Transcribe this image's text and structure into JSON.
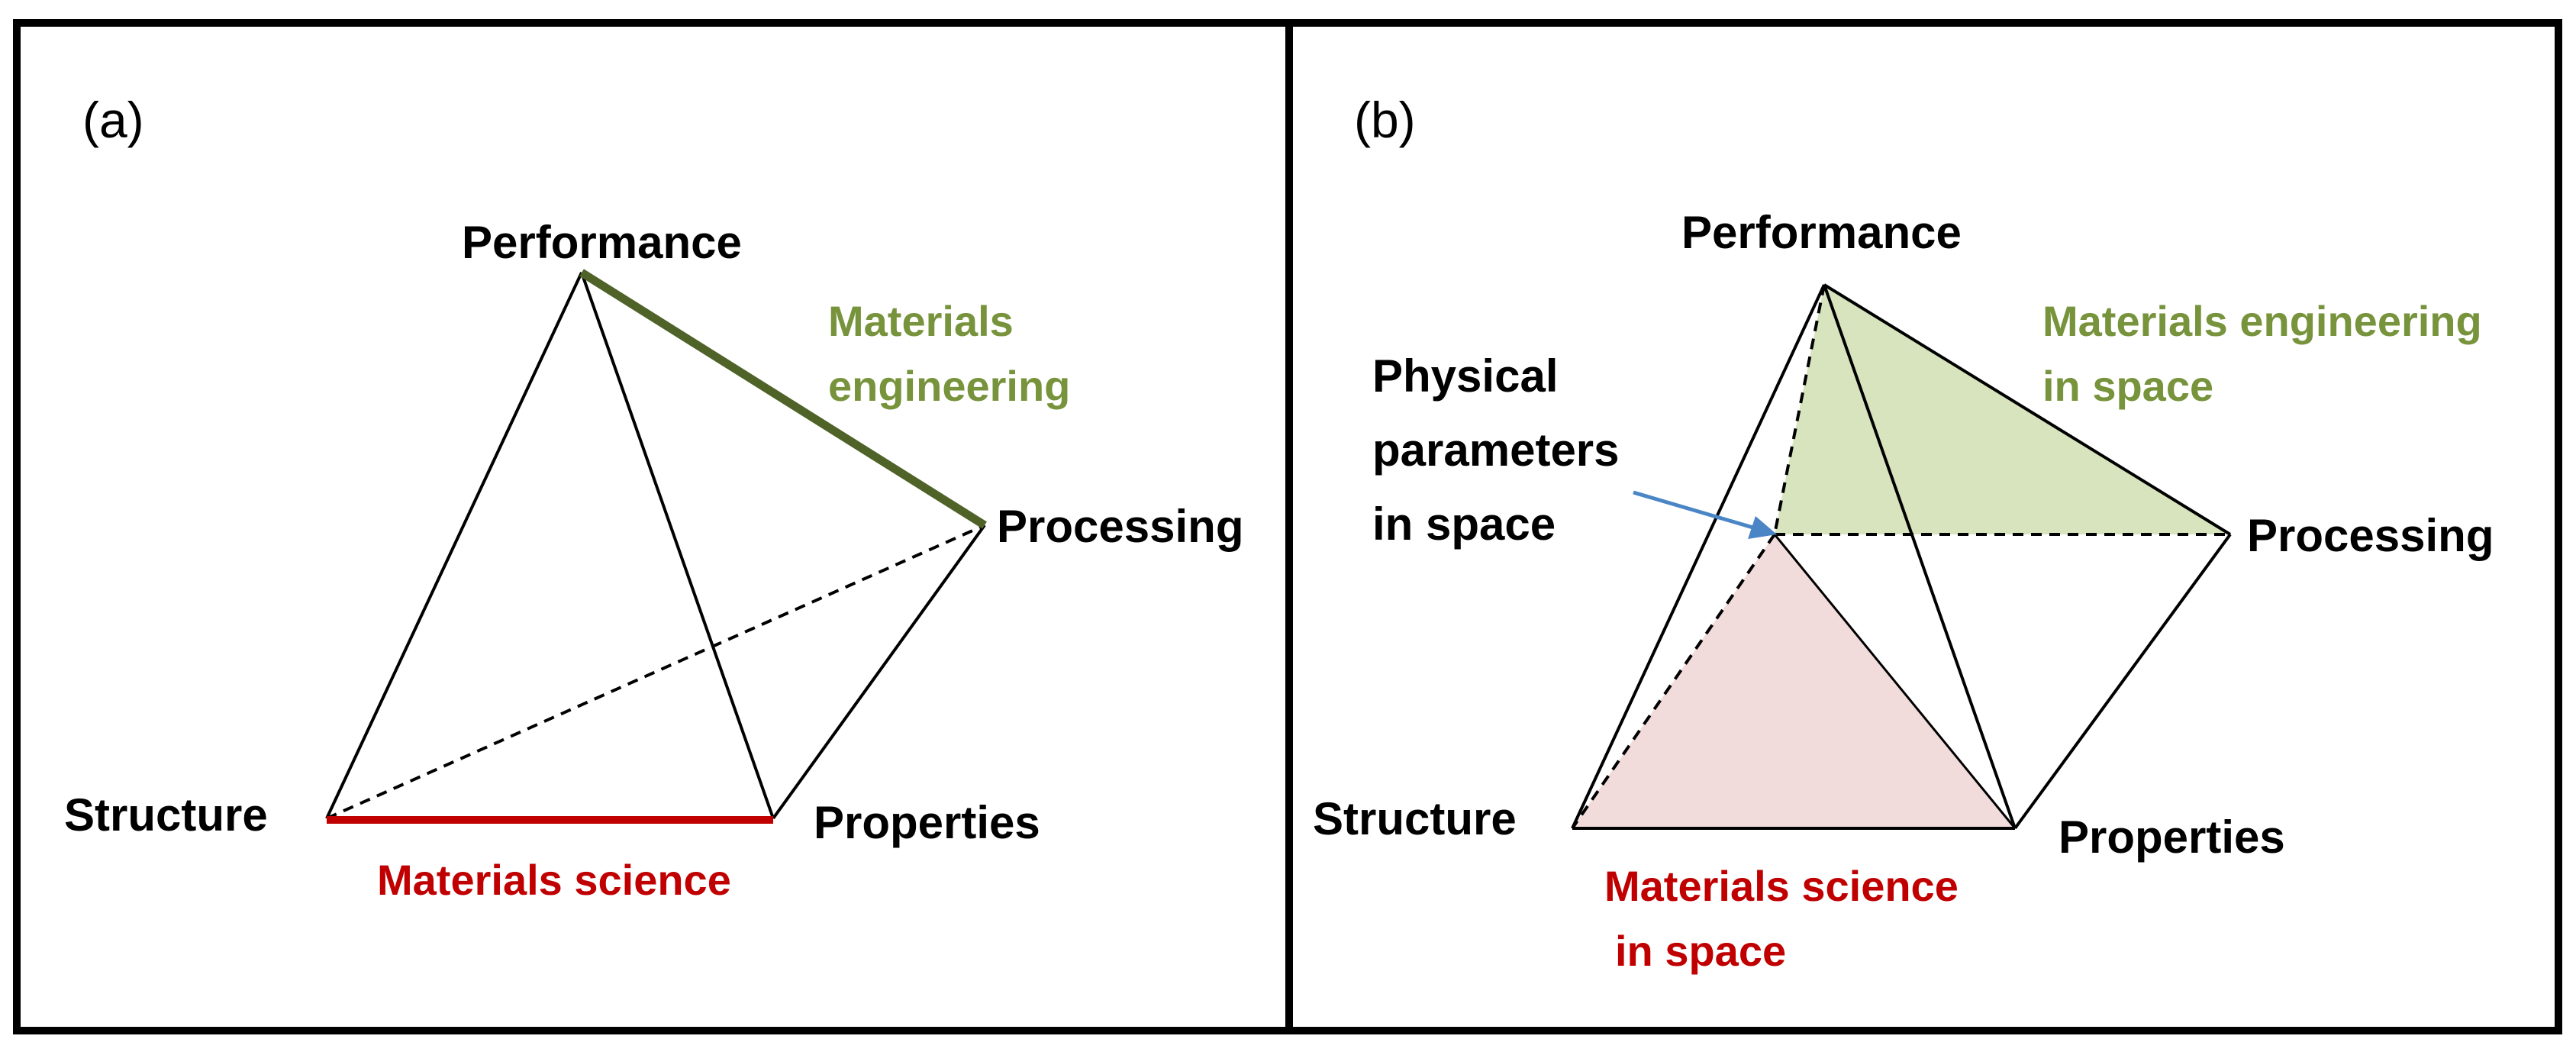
{
  "colors": {
    "border": "#000000",
    "edge": "#000000",
    "engineering_edge": "#4f6228",
    "engineering_text": "#77933c",
    "engineering_fill": "#d7e4bd",
    "science_edge": "#c00000",
    "science_text": "#c00000",
    "science_fill": "#f2dcdb",
    "arrow": "#4a86c6"
  },
  "panel_a": {
    "label": "(a)",
    "vertices": {
      "performance": "Performance",
      "processing": "Processing",
      "structure": "Structure",
      "properties": "Properties"
    },
    "engineering": [
      "Materials",
      "engineering"
    ],
    "science": "Materials science"
  },
  "panel_b": {
    "label": "(b)",
    "vertices": {
      "performance": "Performance",
      "processing": "Processing",
      "structure": "Structure",
      "properties": "Properties"
    },
    "engineering": [
      "Materials engineering",
      "in space"
    ],
    "science": [
      "Materials science",
      "in space"
    ],
    "physical": [
      "Physical",
      "parameters",
      "in space"
    ]
  }
}
